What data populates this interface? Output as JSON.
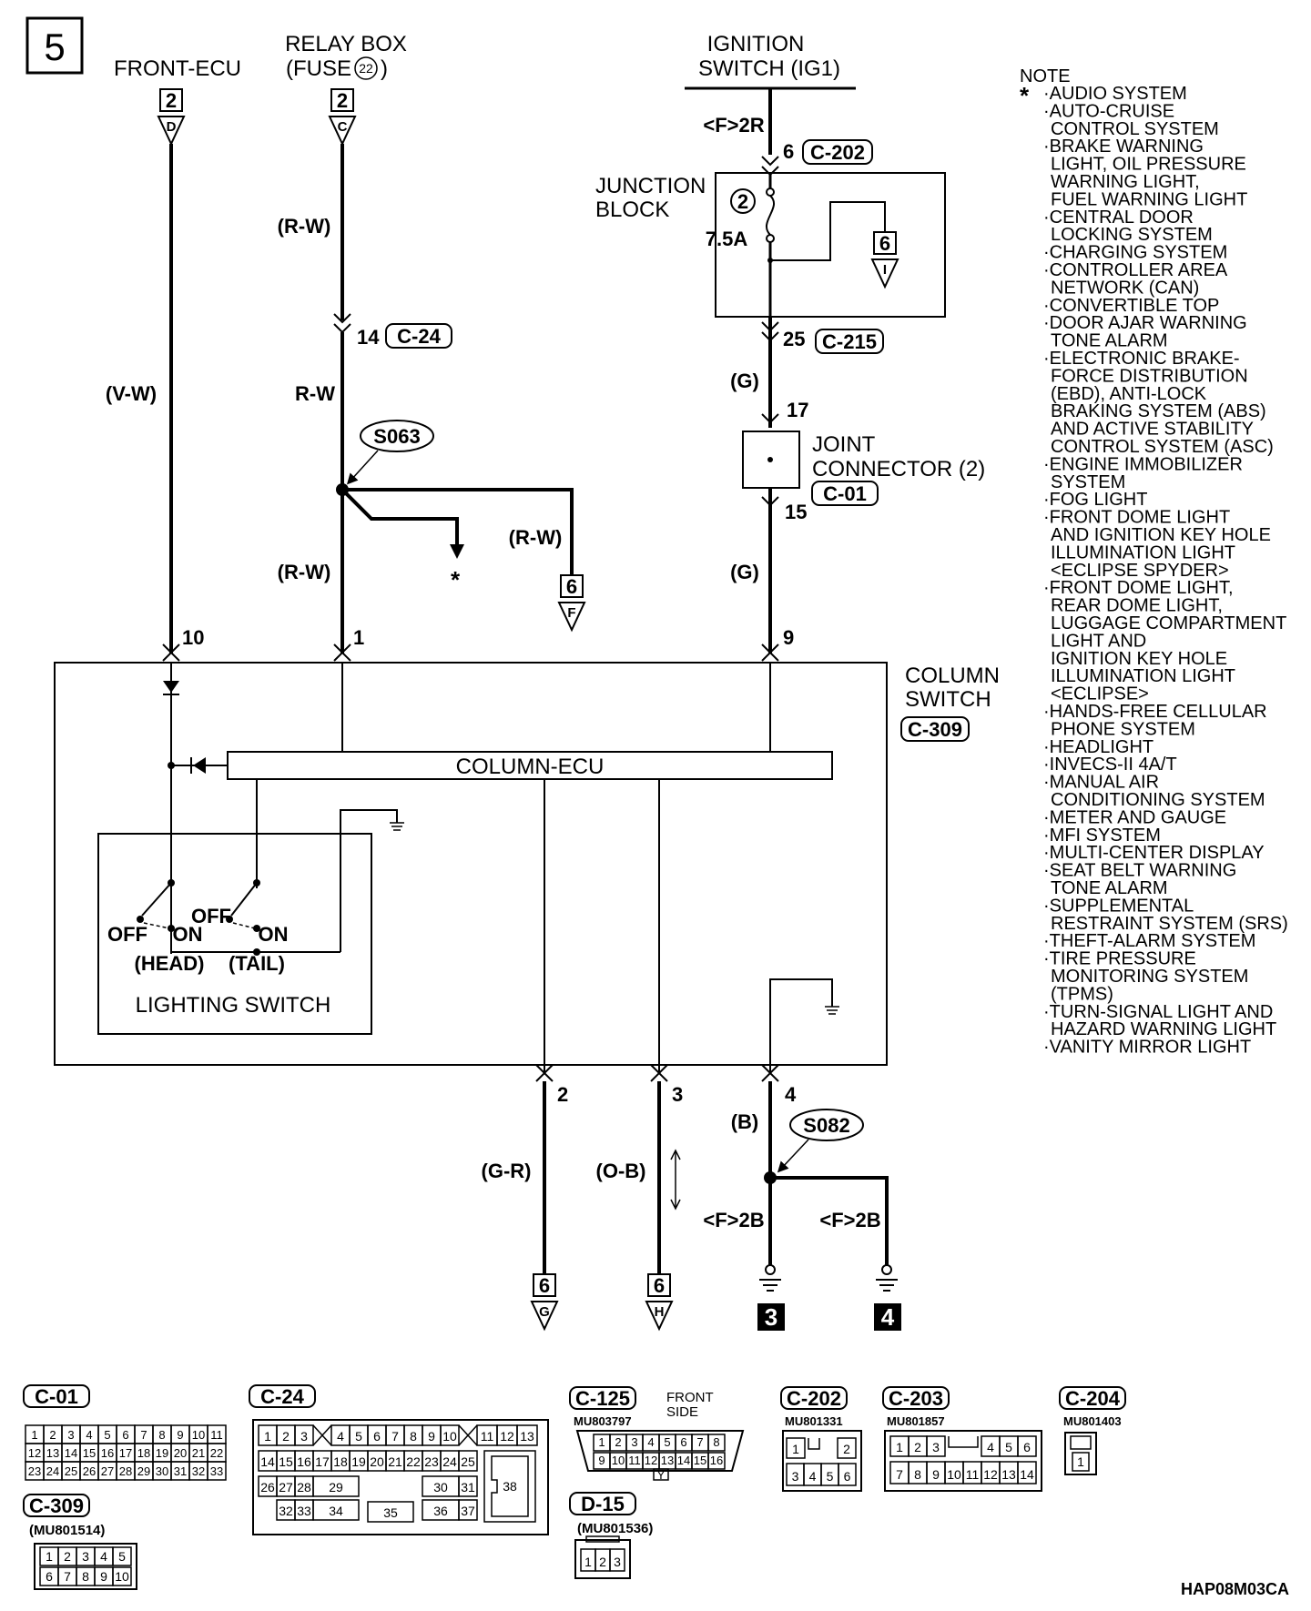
{
  "page": {
    "number": "5",
    "code": "HAP08M03CA"
  },
  "sources": {
    "front_ecu": {
      "name": "FRONT-ECU",
      "page": "2",
      "ref": "D",
      "wire": "(V-W)"
    },
    "relay_box": {
      "line1": "RELAY BOX",
      "line2": "(FUSE",
      "fuse": "22",
      "line2_end": ")",
      "page": "2",
      "ref": "C"
    },
    "ignition": {
      "line1": "IGNITION",
      "line2": "SWITCH (IG1)",
      "loc": "<F>2R"
    }
  },
  "relay_circuit": {
    "wire_top": "(R-W)",
    "wire_mid": "R-W",
    "wire_low": "(R-W)",
    "wire_branch": "(R-W)",
    "c24_pin": "14",
    "c24": "C-24",
    "splice": "S063",
    "star": "*",
    "branch_page": "6",
    "branch_ref": "F"
  },
  "ignition_circuit": {
    "c202_pin": "6",
    "c202": "C-202",
    "junction_block": {
      "line1": "JUNCTION",
      "line2": "BLOCK",
      "fuse_num": "2",
      "fuse_rating": "7.5A",
      "out_page": "6",
      "out_ref": "I"
    },
    "c215_pin": "25",
    "c215": "C-215",
    "wire_a": "(G)",
    "pin17": "17",
    "joint_connector": {
      "line1": "JOINT",
      "line2": "CONNECTOR (2)",
      "id": "C-01"
    },
    "pin15": "15",
    "wire_b": "(G)"
  },
  "column_switch": {
    "line1": "COLUMN",
    "line2": "SWITCH",
    "id": "C-309",
    "ecu": "COLUMN-ECU",
    "pin_in": [
      "10",
      "1",
      "9"
    ],
    "pin_out": [
      "2",
      "3",
      "4"
    ],
    "lighting_switch": {
      "title": "LIGHTING SWITCH",
      "head": {
        "off": "OFF",
        "on": "ON",
        "name": "(HEAD)"
      },
      "tail": {
        "off": "OFF",
        "on": "ON",
        "name": "(TAIL)"
      }
    }
  },
  "outputs": {
    "wire_gr": "(G-R)",
    "page_g": "6",
    "ref_g": "G",
    "wire_ob": "(O-B)",
    "page_h": "6",
    "ref_h": "H",
    "wire_b": "(B)",
    "splice": "S082",
    "ground_loc_a": "<F>2B",
    "ground_loc_b": "<F>2B",
    "ground_a": "3",
    "ground_b": "4"
  },
  "note": {
    "title": "NOTE",
    "star": "*",
    "lines": [
      "·AUDIO SYSTEM",
      "·AUTO-CRUISE",
      "CONTROL SYSTEM",
      "·BRAKE WARNING",
      "LIGHT, OIL PRESSURE",
      "WARNING LIGHT,",
      "FUEL WARNING LIGHT",
      "·CENTRAL DOOR",
      "LOCKING SYSTEM",
      "·CHARGING SYSTEM",
      "·CONTROLLER AREA",
      "NETWORK (CAN)",
      "·CONVERTIBLE TOP",
      "·DOOR AJAR WARNING",
      "TONE ALARM",
      "·ELECTRONIC BRAKE-",
      "FORCE DISTRIBUTION",
      "(EBD), ANTI-LOCK",
      "BRAKING SYSTEM (ABS)",
      "AND ACTIVE STABILITY",
      "CONTROL SYSTEM (ASC)",
      "·ENGINE IMMOBILIZER",
      "SYSTEM",
      "·FOG LIGHT",
      "·FRONT DOME LIGHT",
      "AND IGNITION KEY HOLE",
      "ILLUMINATION LIGHT",
      "<ECLIPSE SPYDER>",
      "·FRONT DOME LIGHT,",
      "REAR DOME LIGHT,",
      "LUGGAGE COMPARTMENT",
      "LIGHT AND",
      "IGNITION KEY HOLE",
      "ILLUMINATION LIGHT",
      "<ECLIPSE>",
      "·HANDS-FREE CELLULAR",
      "PHONE SYSTEM",
      "·HEADLIGHT",
      "·INVECS-II 4A/T",
      "·MANUAL AIR",
      "CONDITIONING SYSTEM",
      "·METER AND GAUGE",
      "·MFI SYSTEM",
      "·MULTI-CENTER DISPLAY",
      "·SEAT BELT WARNING",
      "TONE ALARM",
      "·SUPPLEMENTAL",
      "RESTRAINT SYSTEM (SRS)",
      "·THEFT-ALARM SYSTEM",
      "·TIRE PRESSURE",
      "MONITORING SYSTEM",
      "(TPMS)",
      "·TURN-SIGNAL LIGHT AND",
      "HAZARD WARNING LIGHT",
      "·VANITY MIRROR LIGHT"
    ]
  },
  "connectors": {
    "c01": {
      "id": "C-01",
      "rows": [
        [
          "1",
          "2",
          "3",
          "4",
          "5",
          "6",
          "7",
          "8",
          "9",
          "10",
          "11"
        ],
        [
          "12",
          "13",
          "14",
          "15",
          "16",
          "17",
          "18",
          "19",
          "20",
          "21",
          "22"
        ],
        [
          "23",
          "24",
          "25",
          "26",
          "27",
          "28",
          "29",
          "30",
          "31",
          "32",
          "33"
        ]
      ]
    },
    "c24": {
      "id": "C-24",
      "row1": [
        "1",
        "2",
        "3",
        "4",
        "5",
        "6",
        "7",
        "8",
        "9",
        "10",
        "11",
        "12",
        "13"
      ],
      "row2": [
        "14",
        "15",
        "16",
        "17",
        "18",
        "19",
        "20",
        "21",
        "22",
        "23",
        "24",
        "25"
      ],
      "extra": [
        "26",
        "27",
        "28",
        "29",
        "30",
        "31",
        "32",
        "33",
        "34",
        "35",
        "36",
        "37",
        "38"
      ]
    },
    "c125": {
      "id": "C-125",
      "part": "MU803797",
      "side": [
        "FRONT",
        "SIDE"
      ],
      "row1": [
        "1",
        "2",
        "3",
        "4",
        "5",
        "6",
        "7",
        "8"
      ],
      "row2": [
        "9",
        "10",
        "11",
        "12",
        "13",
        "14",
        "15",
        "16"
      ],
      "key": "Y"
    },
    "c202": {
      "id": "C-202",
      "part": "MU801331",
      "row1": [
        "1",
        "2"
      ],
      "row2": [
        "3",
        "4",
        "5",
        "6"
      ]
    },
    "c203": {
      "id": "C-203",
      "part": "MU801857",
      "row1": [
        "1",
        "2",
        "3",
        "4",
        "5",
        "6"
      ],
      "row2": [
        "7",
        "8",
        "9",
        "10",
        "11",
        "12",
        "13",
        "14"
      ]
    },
    "c204": {
      "id": "C-204",
      "part": "MU801403",
      "pins": [
        "1"
      ]
    },
    "c309": {
      "id": "C-309",
      "part": "(MU801514)",
      "row1": [
        "1",
        "2",
        "3",
        "4",
        "5"
      ],
      "row2": [
        "6",
        "7",
        "8",
        "9",
        "10"
      ]
    },
    "d15": {
      "id": "D-15",
      "part": "(MU801536)",
      "pins": [
        "1",
        "2",
        "3"
      ]
    }
  }
}
